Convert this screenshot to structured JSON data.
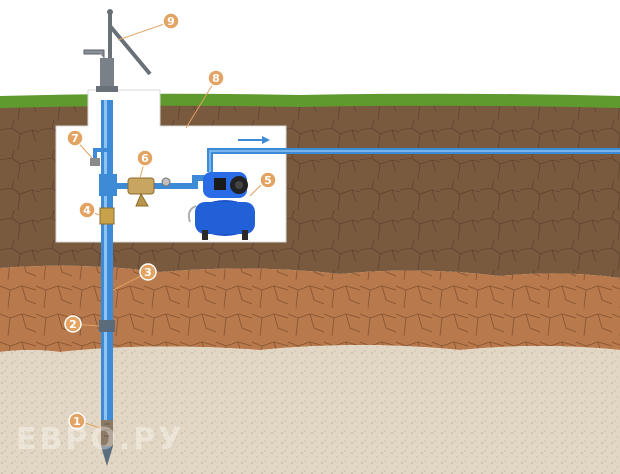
{
  "watermark": "ЕВРО.РУ",
  "callouts": [
    {
      "id": "1",
      "text": "1"
    },
    {
      "id": "2",
      "text": "2"
    },
    {
      "id": "3",
      "text": "3"
    },
    {
      "id": "4",
      "text": "4"
    },
    {
      "id": "5",
      "text": "5"
    },
    {
      "id": "6",
      "text": "6"
    },
    {
      "id": "7",
      "text": "7"
    },
    {
      "id": "8",
      "text": "8"
    },
    {
      "id": "9",
      "text": "9"
    }
  ],
  "colors": {
    "grass": "#5f9a2e",
    "topsoil": "#7a5a3e",
    "clay": "#b87a4d",
    "sand": "#e2d7c4",
    "pipe": "#3d8ad6",
    "callout": "#e3a363",
    "pump": "#1d52c9"
  },
  "flow_arrow": "right-arrow-icon"
}
